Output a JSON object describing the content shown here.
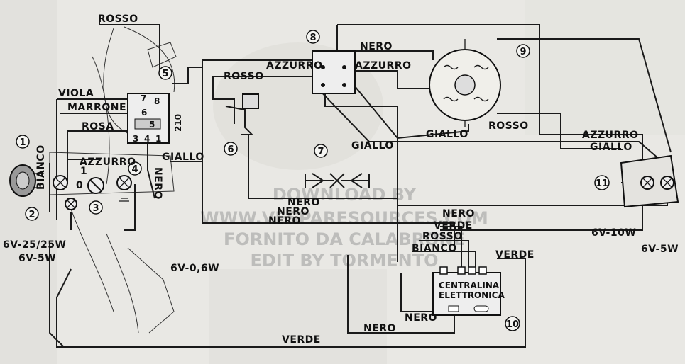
{
  "wire_labels": {
    "rosso_top": "ROSSO",
    "viola": "VIOLA",
    "marrone": "MARRONE",
    "rosa": "ROSA",
    "azzurro_left": "AZZURRO",
    "giallo_left": "GIALLO",
    "bianco": "BIANCO",
    "nero_vertical": "NERO",
    "rosso_mid": "ROSSO",
    "azzurro_mid_left": "AZZURRO",
    "azzurro_mid_right": "AZZURRO",
    "nero_top": "NERO",
    "giallo_center": "GIALLO",
    "giallo_right": "GIALLO",
    "rosso_right": "ROSSO",
    "nero_center1": "NERO",
    "nero_center2": "NERO",
    "nero_center3": "NERO",
    "azzurro_far_right": "AZZURRO",
    "giallo_far_right": "GIALLO",
    "nero_lower_right": "NERO",
    "verde_lower_right": "VERDE",
    "rosso_lower_right": "ROSSO",
    "bianco_lower_right": "BIANCO",
    "verde_far_right": "VERDE",
    "nero_bottom_a": "NERO",
    "nero_bottom_b": "NERO",
    "verde_bottom": "VERDE"
  },
  "ratings": {
    "headlamp": "6V-25/25W",
    "front_lamp": "6V-5W",
    "speedo_lamp": "6V-0,6W",
    "rear_lamp": "6V-10W",
    "stop_lamp": "6V-5W"
  },
  "component_numbers": [
    "1",
    "2",
    "3",
    "4",
    "5",
    "6",
    "7",
    "8",
    "9",
    "10",
    "11"
  ],
  "switch_pins": {
    "p7": "7",
    "p8": "8",
    "p6": "6",
    "p5": "5",
    "p3": "3",
    "p4": "4",
    "p1": "1",
    "code": "210"
  },
  "switch_positions": {
    "one": "1",
    "zero": "0"
  },
  "cdi_label": {
    "line1": "CENTRALINA",
    "line2": "ELETTRONICA"
  },
  "watermark": {
    "line1": "DOWNLOAD BY",
    "line2": "WWW.VESPARESOURCES.COM",
    "line3": "FORNITO DA CALABRONE",
    "line4": "EDIT BY TORMENTO"
  }
}
